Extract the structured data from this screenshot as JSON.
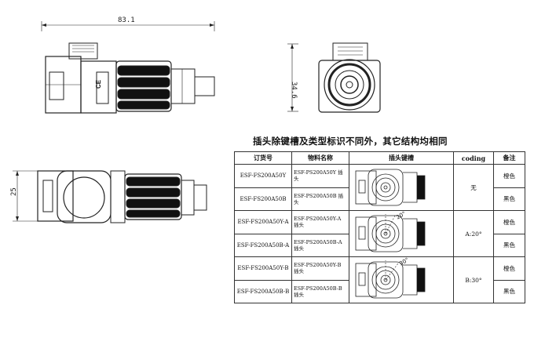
{
  "dimensions": {
    "length": "83.1",
    "height": "34.6",
    "width": "25"
  },
  "caption": "插头除键槽及类型标识不同外，其它结构均相同",
  "table": {
    "headers": {
      "part_no": "订货号",
      "material": "物料名称",
      "keyway": "插头键槽",
      "coding": "coding",
      "remark": "备注"
    },
    "rows": [
      {
        "part_no": "ESF-FS200A50Y",
        "material": "ESF-PS200A50Y 插头",
        "color": "橙色"
      },
      {
        "part_no": "ESF-FS200A50B",
        "material": "ESF-PS200A50B 插头",
        "color": "黑色"
      },
      {
        "part_no": "ESF-FS200A50Y-A",
        "material": "ESF-PS200A50Y-A 插头",
        "color": "橙色"
      },
      {
        "part_no": "ESF-FS200A50B-A",
        "material": "ESF-PS200A50B-A 插头",
        "color": "黑色"
      },
      {
        "part_no": "ESF-FS200A50Y-B",
        "material": "ESF-PS200A50Y-B 插头",
        "color": "橙色"
      },
      {
        "part_no": "ESF-FS200A50B-B",
        "material": "ESF-PS200A50B-B 插头",
        "color": "黑色"
      }
    ],
    "codings": [
      "无",
      "A:20°",
      "B:30°"
    ],
    "keyway_angles": [
      "",
      "20°",
      "30°"
    ]
  },
  "marks": {
    "ce": "CE"
  }
}
